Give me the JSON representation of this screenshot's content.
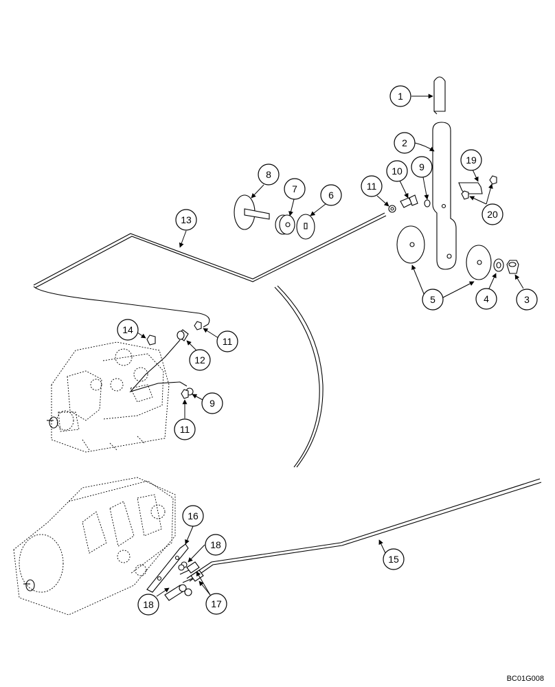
{
  "diagram": {
    "reference_code": "BC01G008",
    "callouts": [
      "1",
      "2",
      "3",
      "4",
      "5",
      "6",
      "7",
      "8",
      "9",
      "9",
      "10",
      "11",
      "11",
      "11",
      "12",
      "13",
      "14",
      "15",
      "16",
      "17",
      "18",
      "18",
      "19",
      "20"
    ]
  }
}
